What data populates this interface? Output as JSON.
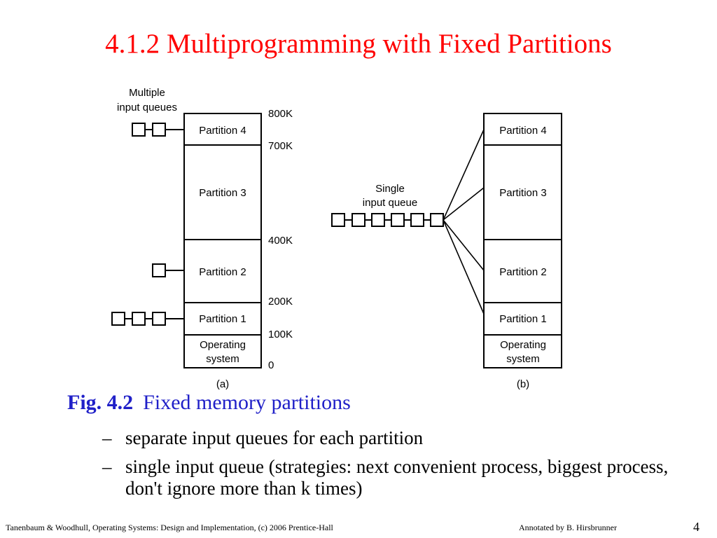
{
  "title": "4.1.2  Multiprogramming with Fixed Partitions",
  "diagram_a": {
    "queue_label_line1": "Multiple",
    "queue_label_line2": "input queues",
    "partition4": "Partition 4",
    "partition3": "Partition 3",
    "partition2": "Partition 2",
    "partition1": "Partition 1",
    "os_line1": "Operating",
    "os_line2": "system",
    "addr_800k": "800K",
    "addr_700k": "700K",
    "addr_400k": "400K",
    "addr_200k": "200K",
    "addr_100k": "100K",
    "addr_0": "0",
    "label": "(a)"
  },
  "diagram_b": {
    "queue_label_line1": "Single",
    "queue_label_line2": "input queue",
    "partition4": "Partition 4",
    "partition3": "Partition 3",
    "partition2": "Partition 2",
    "partition1": "Partition 1",
    "os_line1": "Operating",
    "os_line2": "system",
    "label": "(b)"
  },
  "caption": {
    "fig_number": "Fig. 4.2",
    "fig_title": "Fixed memory partitions"
  },
  "bullets": [
    {
      "dash": "–",
      "text": "separate input queues for each partition"
    },
    {
      "dash": "–",
      "text": "single input queue (strategies: next convenient process, biggest process, don't ignore more than k times)"
    }
  ],
  "footer": {
    "left": "Tanenbaum & Woodhull, Operating Systems: Design and Implementation, (c) 2006 Prentice-Hall",
    "right": "Annotated by B. Hirsbrunner",
    "page": "4"
  },
  "colors": {
    "title": "#ff0000",
    "caption": "#2020c8",
    "body_text": "#000000"
  }
}
